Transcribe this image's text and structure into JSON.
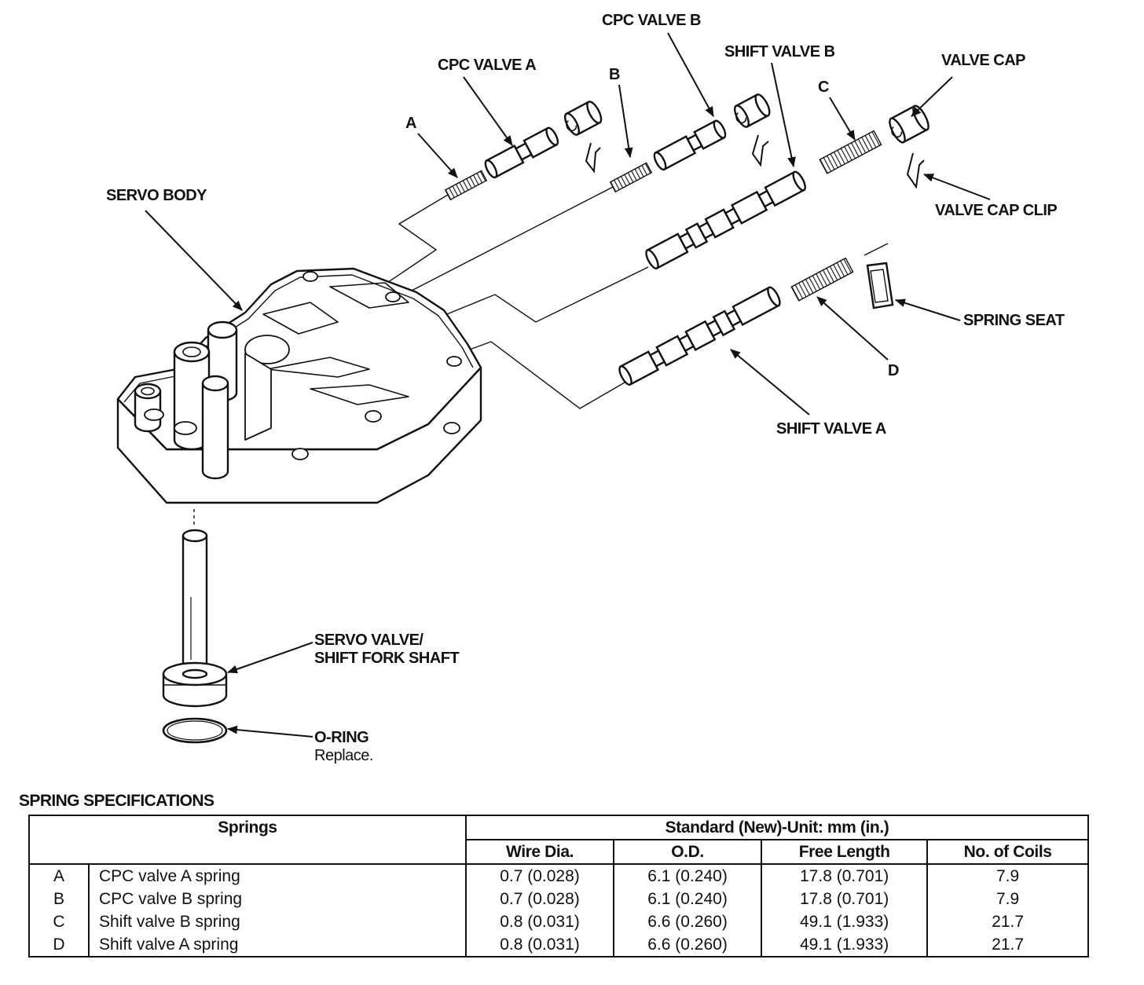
{
  "labels": {
    "cpc_valve_b": "CPC VALVE B",
    "shift_valve_b": "SHIFT VALVE B",
    "cpc_valve_a": "CPC VALVE A",
    "valve_cap": "VALVE CAP",
    "b": "B",
    "c": "C",
    "a": "A",
    "servo_body": "SERVO BODY",
    "valve_cap_clip": "VALVE CAP CLIP",
    "spring_seat": "SPRING SEAT",
    "d": "D",
    "shift_valve_a": "SHIFT VALVE A",
    "servo_valve_line1": "SERVO VALVE/",
    "servo_valve_line2": "SHIFT FORK SHAFT",
    "o_ring": "O-RING",
    "o_ring_note": "Replace."
  },
  "spec": {
    "title": "SPRING SPECIFICATIONS",
    "springs_header": "Springs",
    "standard_header": "Standard (New)-Unit: mm (in.)",
    "columns": [
      "Wire Dia.",
      "O.D.",
      "Free Length",
      "No. of Coils"
    ],
    "rows": [
      {
        "key": "A",
        "name": "CPC valve A spring",
        "wire": "0.7 (0.028)",
        "od": "6.1 (0.240)",
        "length": "17.8 (0.701)",
        "coils": "7.9"
      },
      {
        "key": "B",
        "name": "CPC valve B spring",
        "wire": "0.7 (0.028)",
        "od": "6.1 (0.240)",
        "length": "17.8 (0.701)",
        "coils": "7.9"
      },
      {
        "key": "C",
        "name": "Shift valve B spring",
        "wire": "0.8 (0.031)",
        "od": "6.6 (0.260)",
        "length": "49.1 (1.933)",
        "coils": "21.7"
      },
      {
        "key": "D",
        "name": "Shift valve A spring",
        "wire": "0.8 (0.031)",
        "od": "6.6 (0.260)",
        "length": "49.1 (1.933)",
        "coils": "21.7"
      }
    ]
  }
}
